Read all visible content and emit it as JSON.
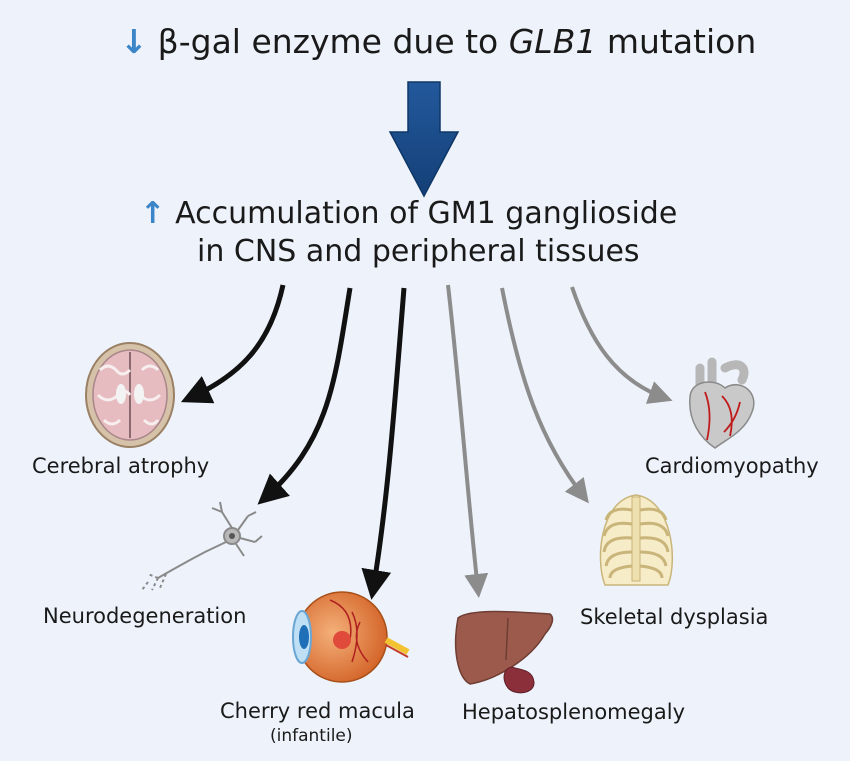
{
  "top": {
    "arrow_symbol": "↓",
    "text_before": "β-gal enzyme due to ",
    "gene": "GLB1",
    "text_after": " mutation"
  },
  "middle": {
    "arrow_symbol": "↑",
    "line1": "Accumulation of GM1 ganglioside",
    "line2": "in CNS and peripheral tissues"
  },
  "outcomes": {
    "cerebral": "Cerebral atrophy",
    "neuro": "Neurodegeneration",
    "cherry": "Cherry red macula",
    "cherry_note": "(infantile)",
    "hepato": "Hepatosplenomegaly",
    "skeletal": "Skeletal dysplasia",
    "cardio": "Cardiomyopathy"
  },
  "colors": {
    "background": "#eef3fb",
    "big_arrow": "#1d4f8f",
    "black_arrows": "#111111",
    "gray_arrows": "#8c8c8c",
    "symbol_arrows": "#3a86c8"
  }
}
